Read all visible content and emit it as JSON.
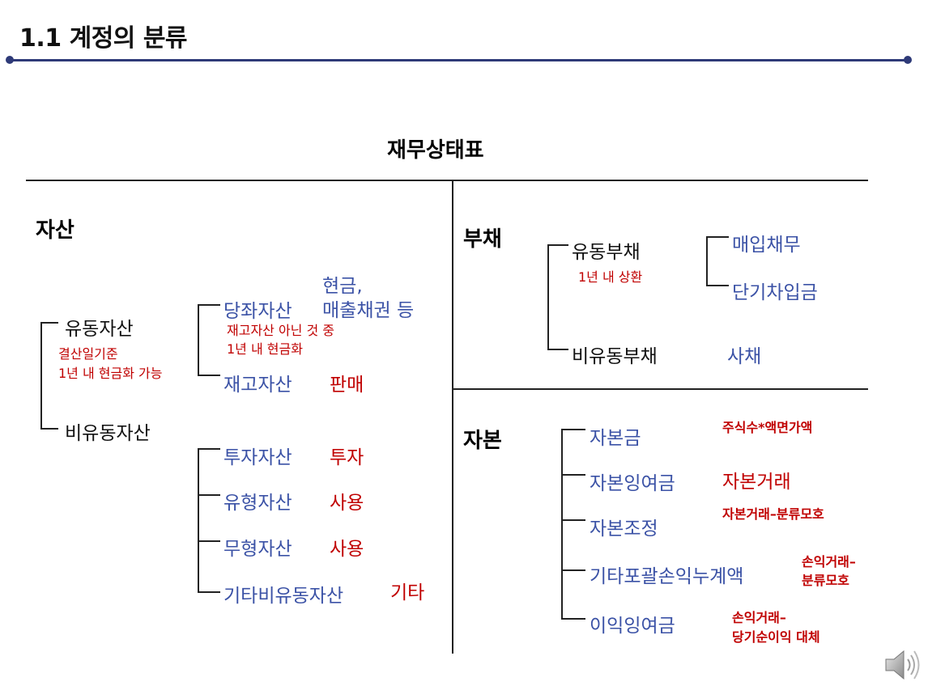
{
  "slide_title": "1.1 계정의 분류",
  "statement_title": "재무상태표",
  "assets": {
    "heading": "자산",
    "current": {
      "label": "유동자산",
      "note_line1": "결산일기준",
      "note_line2": "1년 내 현금화 가능",
      "quick": {
        "label": "당좌자산",
        "example_line1": "현금,",
        "example_line2": "매출채권 등",
        "note_line1": "재고자산 아닌 것 중",
        "note_line2": "1년 내 현금화"
      },
      "inventory": {
        "label": "재고자산",
        "purpose": "판매"
      }
    },
    "noncurrent": {
      "label": "비유동자산",
      "items": [
        {
          "label": "투자자산",
          "purpose": "투자"
        },
        {
          "label": "유형자산",
          "purpose": "사용"
        },
        {
          "label": "무형자산",
          "purpose": "사용"
        },
        {
          "label": "기타비유동자산",
          "purpose": "기타"
        }
      ]
    }
  },
  "liabilities": {
    "heading": "부채",
    "current": {
      "label": "유동부채",
      "note": "1년 내 상환",
      "items": [
        "매입채무",
        "단기차입금"
      ]
    },
    "noncurrent": {
      "label": "비유동부채",
      "example": "사채"
    }
  },
  "equity": {
    "heading": "자본",
    "items": [
      {
        "label": "자본금",
        "note_line1": "주식수*액면가액",
        "note_line2": ""
      },
      {
        "label": "자본잉여금",
        "note_line1": "자본거래",
        "note_line2": ""
      },
      {
        "label": "자본조정",
        "note_line1": "자본거래–분류모호",
        "note_line2": ""
      },
      {
        "label": "기타포괄손익누계액",
        "note_line1": "손익거래–",
        "note_line2": "분류모호"
      },
      {
        "label": "이익잉여금",
        "note_line1": "손익거래–",
        "note_line2": "당기순이익 대체"
      }
    ]
  },
  "colors": {
    "accent": "#2e3a78",
    "blue_text": "#3b52a6",
    "red_text": "#c00000"
  },
  "icons": {
    "audio": "speaker-icon"
  }
}
